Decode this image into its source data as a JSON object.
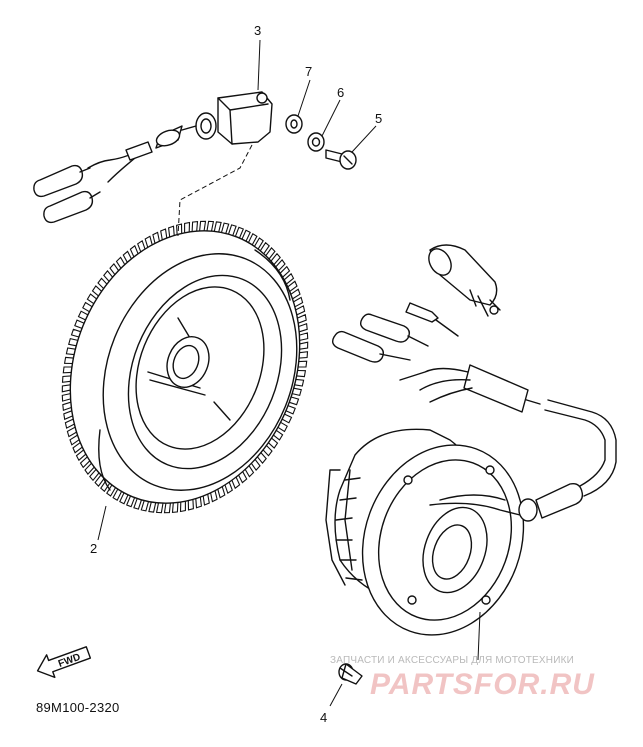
{
  "callouts": {
    "c1": "2",
    "c2": "3",
    "c3": "4",
    "c4": "5",
    "c5": "6",
    "c6": "7"
  },
  "part_code": "89M100-2320",
  "fwd_label": "FWD",
  "watermark": {
    "tagline": "ЗАПЧАСТИ И АКСЕССУАРЫ ДЛЯ МОТОТЕХНИКИ",
    "brand": "PARTSFOR.RU"
  }
}
